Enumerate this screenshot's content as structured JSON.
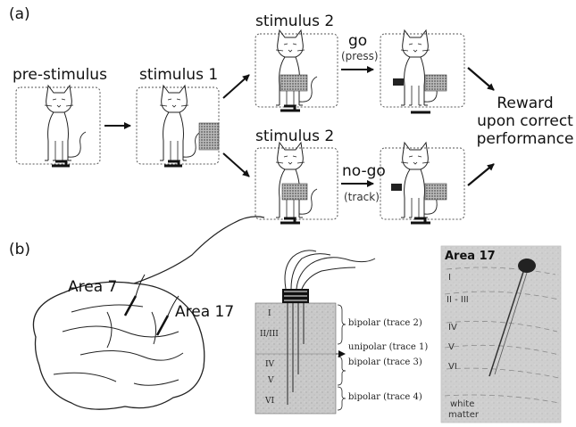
{
  "panel_a": {
    "label": "(a)",
    "pre_stimulus": "pre-stimulus",
    "stimulus1": "stimulus 1",
    "stimulus2_top": "stimulus 2",
    "stimulus2_bottom": "stimulus 2",
    "go": "go",
    "go_sub": "(press)",
    "nogo": "no-go",
    "nogo_sub": "(track)",
    "reward": [
      "Reward",
      "upon correct",
      "performance"
    ]
  },
  "panel_b": {
    "label": "(b)",
    "area7": "Area 7",
    "area17": "Area 17",
    "electrode_layers": [
      "I",
      "II/III",
      "IV",
      "V",
      "VI"
    ],
    "traces": [
      "bipolar (trace 2)",
      "unipolar (trace 1)",
      "bipolar (trace 3)",
      "bipolar (trace 4)"
    ],
    "histology": {
      "title": "Area 17",
      "layers": [
        "I",
        "II - III",
        "IV",
        "V",
        "VI"
      ],
      "white_matter": [
        "white",
        "matter"
      ]
    }
  }
}
